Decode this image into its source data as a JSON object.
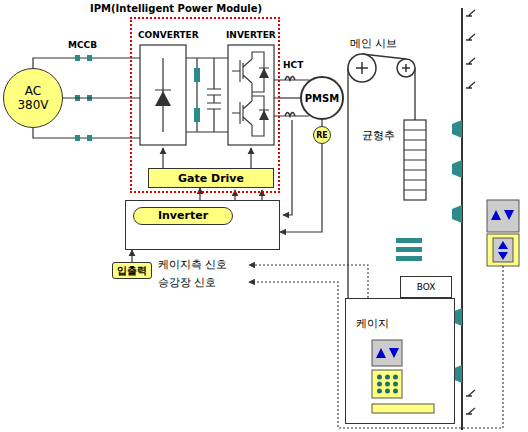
{
  "diagram": {
    "nodes": [
      {
        "text": [
          "AC 380V"
        ]
      },
      {
        "text": [
          "IPM(Intelligent Power Module)"
        ]
      },
      {
        "text": [
          "Gate Drive"
        ],
        "in": 1
      },
      {
        "text": [
          "PMSM"
        ]
      },
      {
        "text": [
          "RE"
        ]
      },
      {
        "text": [
          "Inverter"
        ]
      },
      {
        "text": [
          "입출력"
        ]
      },
      {
        "text": [
          "BOX"
        ]
      },
      {
        "text": [
          "케이지"
        ]
      }
    ],
    "edges": [
      {
        "from": 0,
        "to": 1,
        "arrow": "none"
      },
      {
        "from": 1,
        "to": 3,
        "arrow": "none"
      },
      {
        "from": 3,
        "to": 4,
        "arrow": "none"
      },
      {
        "from": 5,
        "to": 2,
        "arrow": "to"
      },
      {
        "from": 4,
        "to": 5,
        "arrow": "to"
      },
      {
        "from": 6,
        "to": 5,
        "arrow": "to"
      }
    ],
    "labels": [
      "MCCB",
      "CONVERTER",
      "INVERTER",
      "HCT",
      "메인 시브",
      "균형추",
      "케이지측 신호",
      "승강장 신호"
    ]
  }
}
